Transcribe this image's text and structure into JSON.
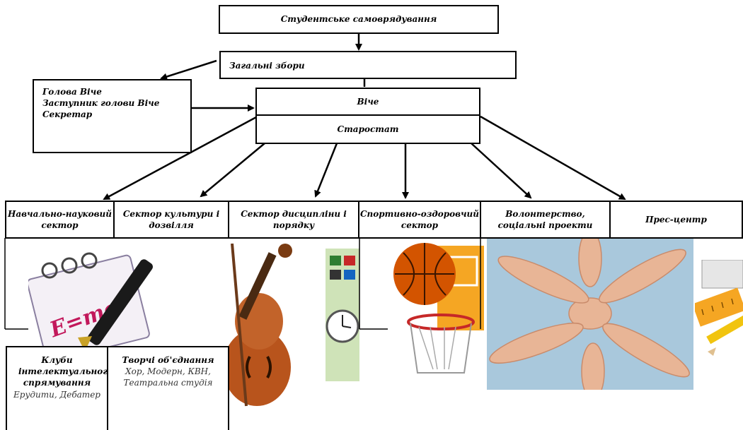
{
  "top": {
    "title": "Студентське самоврядування"
  },
  "general_meeting": {
    "title": "Загальні збори"
  },
  "leaders": {
    "lines": [
      "Голова Віче",
      "Заступник голови Віче",
      "Секретар"
    ]
  },
  "council": {
    "title": "Віче",
    "subtitle": "Старостат"
  },
  "sectors": [
    {
      "label": "Навчально-науковий сектор"
    },
    {
      "label": "Сектор культури і дозвілля"
    },
    {
      "label": "Сектор дисципліни і порядку"
    },
    {
      "label": "Спортивно-оздоровчий сектор"
    },
    {
      "label": "Волонтерство, соціальні проекти"
    },
    {
      "label": "Прес-центр"
    }
  ],
  "clubs": {
    "intellectual": {
      "title": "Клуби інтелектуального спрямування",
      "items": "Ерудити, Дебатер"
    },
    "creative": {
      "title": "Творчі об'єднання",
      "items": "Хор, Модерн, КВН, Театральна студія"
    }
  },
  "pictures": [
    {
      "icon": "notepad-pen-icon"
    },
    {
      "icon": "violin-icon"
    },
    {
      "icon": "clock-icon"
    },
    {
      "icon": "basketball-hoop-icon"
    },
    {
      "icon": "joined-hands-icon"
    },
    {
      "icon": "ruler-pencil-icon"
    }
  ]
}
